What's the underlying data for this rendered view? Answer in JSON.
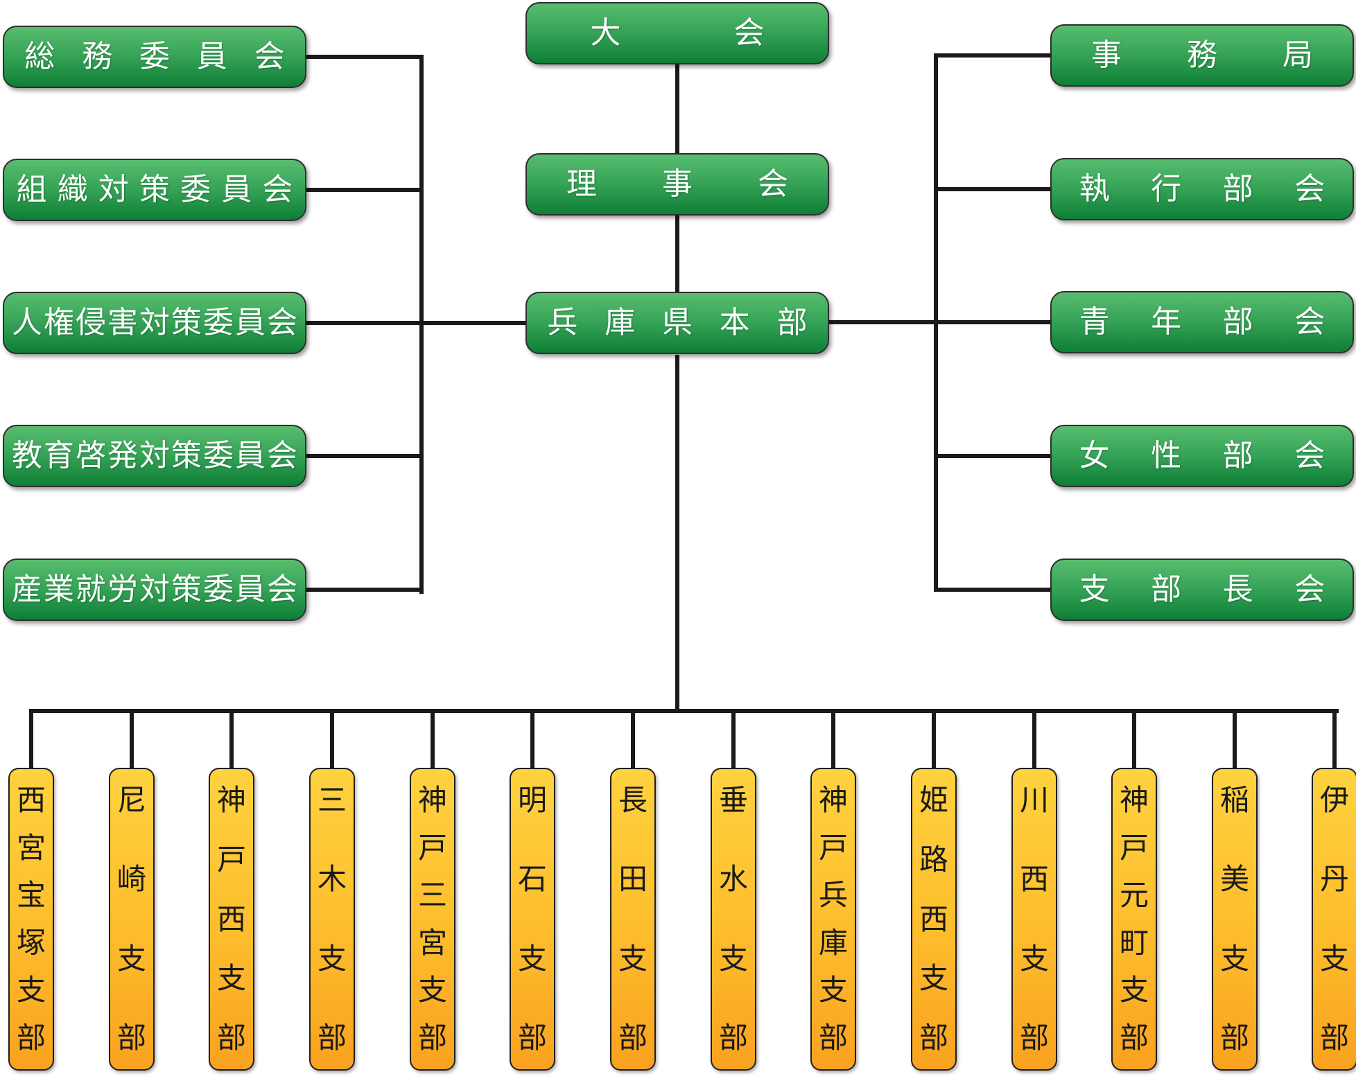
{
  "org_chart": {
    "center": {
      "assembly": "大会",
      "board": "理事会",
      "headquarters": "兵庫県本部"
    },
    "left_committees": [
      "総務委員会",
      "組織対策委員会",
      "人権侵害対策委員会",
      "教育啓発対策委員会",
      "産業就労対策委員会"
    ],
    "right_bodies": [
      "事務局",
      "執行部会",
      "青年部会",
      "女性部会",
      "支部長会"
    ],
    "branches": [
      "西宮宝塚支部",
      "尼崎支部",
      "神戸西支部",
      "三木支部",
      "神戸三宮支部",
      "明石支部",
      "長田支部",
      "垂水支部",
      "神戸兵庫支部",
      "姫路西支部",
      "川西支部",
      "神戸元町支部",
      "稲美支部",
      "伊丹支部"
    ],
    "colors": {
      "node_green_top": "#58bd6f",
      "node_green_bottom": "#0e7f36",
      "node_orange_top": "#ffd23f",
      "node_orange_bottom": "#f9a21f",
      "connector_line": "#1a1a1a",
      "text_on_green": "#ffffff",
      "text_on_orange": "#1a1a1a"
    }
  }
}
